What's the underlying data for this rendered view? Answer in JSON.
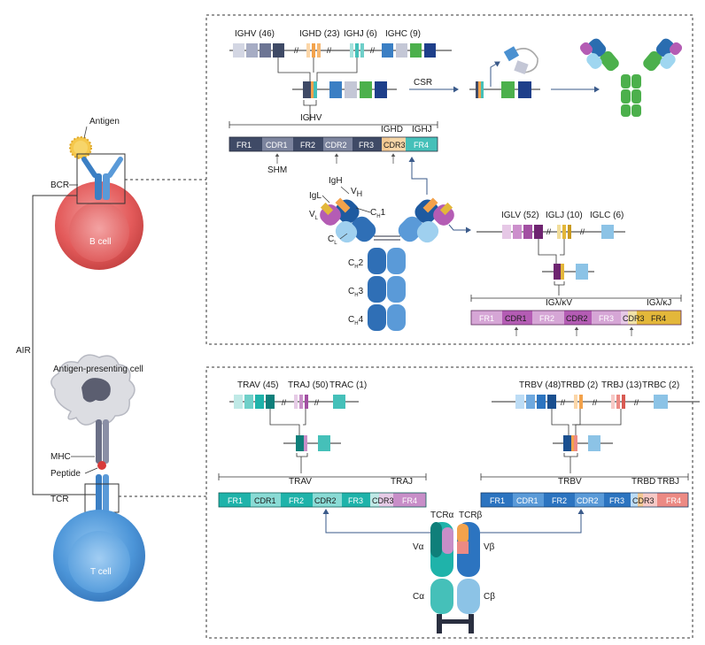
{
  "left": {
    "antigen": "Antigen",
    "bcr": "BCR",
    "b_cell": "B cell",
    "air": "AIR",
    "apc": "Antigen-presenting cell",
    "mhc": "MHC",
    "peptide": "Peptide",
    "tcr": "TCR",
    "t_cell": "T cell"
  },
  "bcr_panel": {
    "heavy_genes": [
      "IGHV (46)",
      "IGHD (23)",
      "IGHJ (6)",
      "IGHC (9)"
    ],
    "csr": "CSR",
    "heavy_region_labels": [
      "IGHV",
      "IGHD",
      "IGHJ"
    ],
    "heavy_segments": [
      "FR1",
      "CDR1",
      "FR2",
      "CDR2",
      "FR3",
      "CDR3",
      "FR4"
    ],
    "shm": "SHM",
    "antibody_labels": [
      "IgH",
      "IgL",
      "V",
      "H",
      "V",
      "L",
      "C",
      "H",
      "1",
      "C",
      "L",
      "C",
      "H",
      "2",
      "C",
      "H",
      "3",
      "C",
      "H",
      "4"
    ],
    "light_genes": [
      "IGLV (52)",
      "IGLJ (10)",
      "IGLC (6)"
    ],
    "light_region_labels": [
      "IGλ/κV",
      "IGλ/κJ"
    ],
    "light_segments": [
      "FR1",
      "CDR1",
      "FR2",
      "CDR2",
      "FR3",
      "CDR3",
      "FR4"
    ]
  },
  "tcr_panel": {
    "alpha_genes": [
      "TRAV (45)",
      "TRAJ (50)",
      "TRAC (1)"
    ],
    "alpha_region_labels": [
      "TRAV",
      "TRAJ"
    ],
    "alpha_segments": [
      "FR1",
      "CDR1",
      "FR2",
      "CDR2",
      "FR3",
      "CDR3",
      "FR4"
    ],
    "beta_genes": [
      "TRBV (48)",
      "TRBD (2)",
      "TRBJ (13)",
      "TRBC (2)"
    ],
    "beta_region_labels": [
      "TRBV",
      "TRBD",
      "TRBJ"
    ],
    "beta_segments": [
      "FR1",
      "CDR1",
      "FR2",
      "CDR2",
      "FR3",
      "CDR3",
      "FR4"
    ],
    "chain_labels": [
      "TCRα",
      "TCRβ",
      "Vα",
      "Vβ",
      "Cα",
      "Cβ"
    ]
  },
  "colors": {
    "heavy_dark": "#3f4a66",
    "heavy_mid": "#5a6482",
    "ighd": "#f3a24b",
    "ighj": "#45c0b9",
    "constant_blue": "#3b7fc4",
    "constant_green": "#4cb04c",
    "constant_navy": "#1e3f8a",
    "light_purple": "#b45cb4",
    "light_yellow": "#e3b73a",
    "light_sky": "#8cc3e6",
    "b_cell": "#e45c5c",
    "t_cell": "#4a93d6",
    "tra_teal": "#1fb3aa",
    "trb_blue": "#2c74c0"
  }
}
